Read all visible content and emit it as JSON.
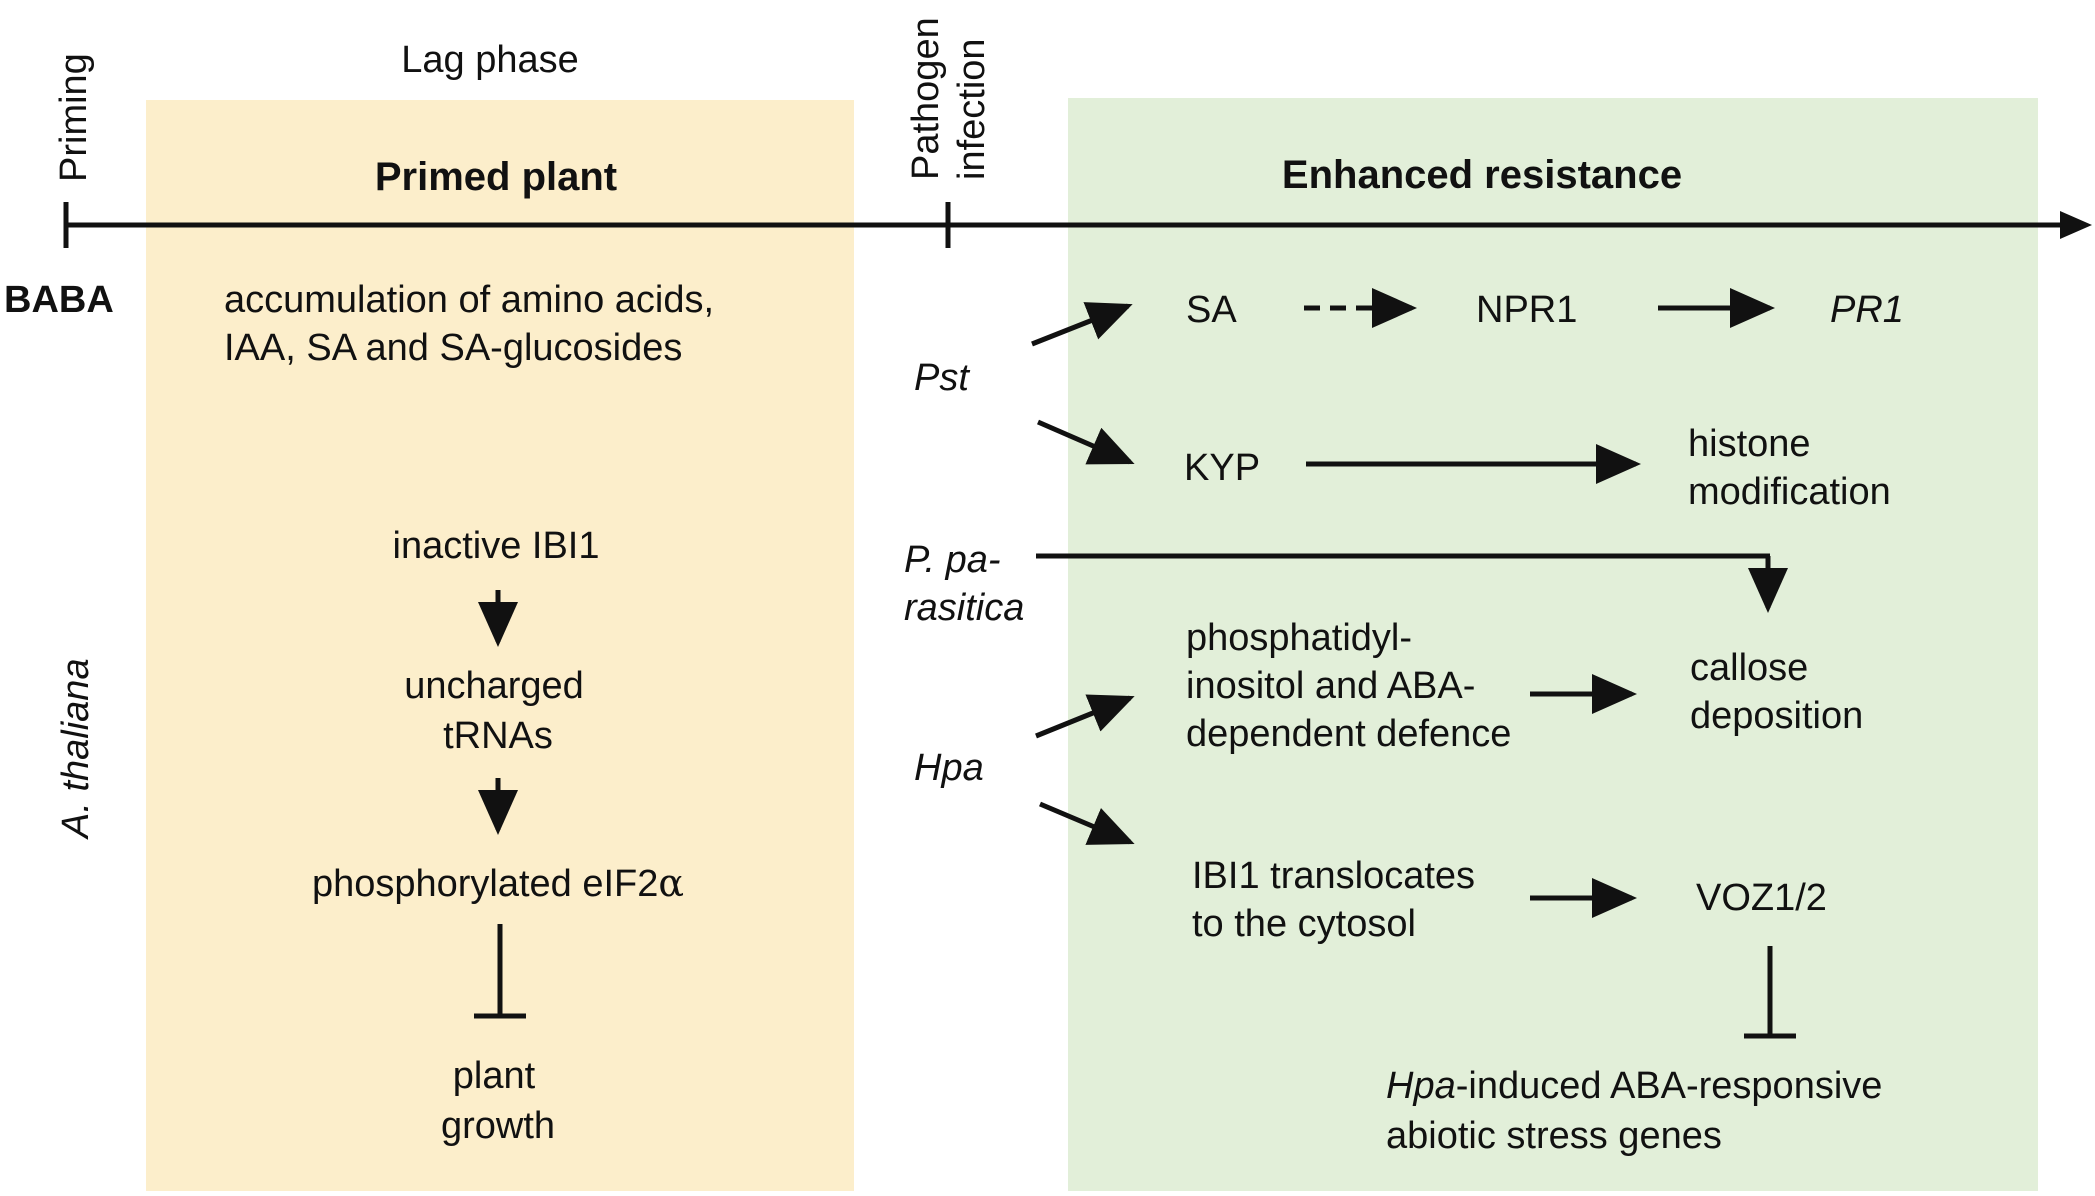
{
  "colors": {
    "primed_bg": "#FCEECB",
    "resistance_bg": "#E2EFD9",
    "line": "#111111"
  },
  "timeline": {
    "priming_label": "Priming",
    "lag_phase_label": "Lag phase",
    "pathogen_label_line1": "Pathogen",
    "pathogen_label_line2": "infection"
  },
  "primed_plant": {
    "title": "Primed plant",
    "accumulation_line1": "accumulation of amino acids,",
    "accumulation_line2": "IAA, SA and SA-glucosides",
    "inactive_ibi1": "inactive IBI1",
    "uncharged_line1": "uncharged",
    "uncharged_line2": "tRNAs",
    "phosphorylated_prefix": "phosphorylated eIF2",
    "phosphorylated_symbol": "α",
    "growth_line1": "plant",
    "growth_line2": "growth"
  },
  "side_labels": {
    "baba": "BABA",
    "species": "A. thaliana"
  },
  "pathogens": {
    "pst": "Pst",
    "pparasitica_line1": "P. pa-",
    "pparasitica_line2": "rasitica",
    "hpa": "Hpa"
  },
  "enhanced_resistance": {
    "title": "Enhanced resistance",
    "sa": "SA",
    "npr1": "NPR1",
    "pr1": "PR1",
    "kyp": "KYP",
    "histone_line1": "histone",
    "histone_line2": "modification",
    "phospha_line1": "phosphatidyl-",
    "phospha_line2": "inositol and ABA-",
    "phospha_line3": "dependent defence",
    "callose_line1": "callose",
    "callose_line2": "deposition",
    "ibi1_line1": "IBI1 translocates",
    "ibi1_line2": "to the cytosol",
    "voz": "VOZ1/2",
    "genes_line1_italic": "Hpa",
    "genes_line1_rest": "-induced ABA-responsive",
    "genes_line2": "abiotic stress genes"
  }
}
